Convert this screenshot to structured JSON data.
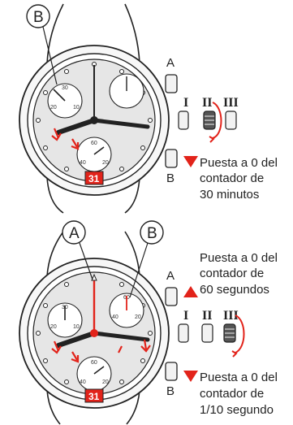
{
  "colors": {
    "accent": "#e2231a",
    "ink": "#222222",
    "dial": "#e6e6e6"
  },
  "panel1": {
    "callout_b": "B",
    "pusher_a": "A",
    "pusher_b": "B",
    "crown_pos": [
      "I",
      "II",
      "III"
    ],
    "date": "31",
    "sub_left": [
      "30",
      "20",
      "10"
    ],
    "sub_bottom": [
      "60",
      "40",
      "20"
    ],
    "note": [
      "Puesta a 0 del",
      "contador de",
      "30 minutos"
    ]
  },
  "panel2": {
    "callout_a": "A",
    "callout_b": "B",
    "pusher_a": "A",
    "pusher_b": "B",
    "crown_pos": [
      "I",
      "II",
      "III"
    ],
    "date": "31",
    "sub_left": [
      "30",
      "20",
      "10"
    ],
    "sub_right": [
      "60",
      "40",
      "20"
    ],
    "sub_bottom": [
      "60",
      "40",
      "20"
    ],
    "note_top": [
      "Puesta a 0 del",
      "contador de",
      "60 segundos"
    ],
    "note_bottom": [
      "Puesta a 0 del",
      "contador de",
      "1/10 segundo"
    ]
  }
}
